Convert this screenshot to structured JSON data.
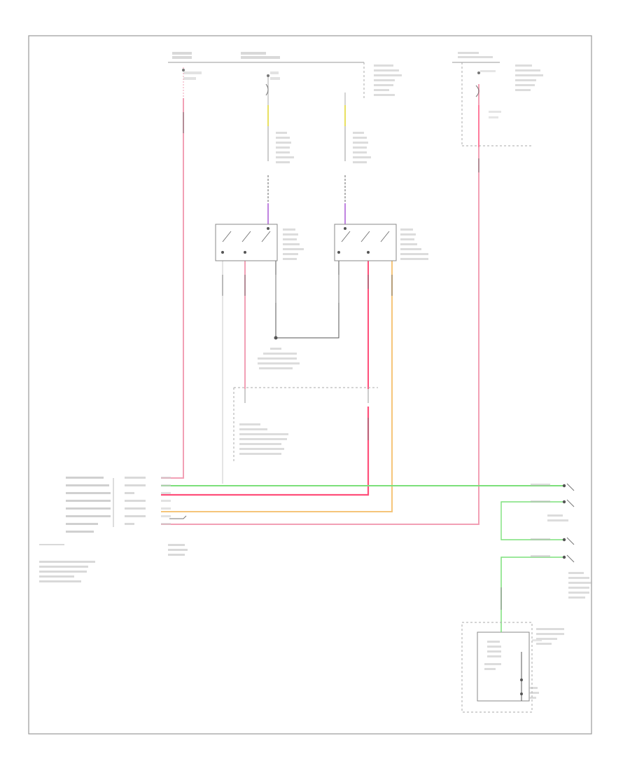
{
  "diagram": {
    "page_id": "",
    "wire_colors": {
      "pink": "#f2a0b5",
      "hot_pink": "#ff4f7a",
      "green": "#7ce07a",
      "orange": "#f5c57a",
      "purple": "#c083e0",
      "yellow": "#e8e060",
      "gray": "#c8c8c8",
      "black": "#333333"
    },
    "connector_rows": 8,
    "components": [
      "hot-at-all-times-fuse",
      "hot-in-run-fuse-block",
      "left-seat-heater-switch",
      "right-seat-heater-switch",
      "ground-splice",
      "heated-seat-relay",
      "body-control-module",
      "hot-in-run-junction-block",
      "seat-heater-assembly"
    ]
  }
}
